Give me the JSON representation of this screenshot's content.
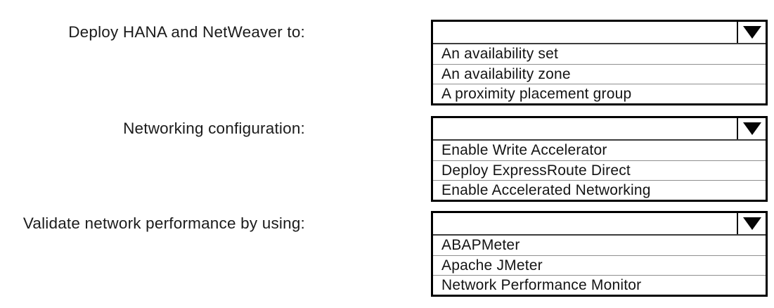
{
  "page": {
    "background_color": "#ffffff",
    "text_color": "#1b1b1b",
    "border_color": "#000000",
    "row_divider_color": "#8f8f8f"
  },
  "icons": {
    "dropdown_arrow": "triangle-down-filled-black"
  },
  "questions": [
    {
      "label": "Deploy HANA and NetWeaver to:",
      "selected_value": "",
      "options": [
        "An availability set",
        "An availability zone",
        "A proximity placement group"
      ]
    },
    {
      "label": "Networking configuration:",
      "selected_value": "",
      "options": [
        "Enable Write Accelerator",
        "Deploy ExpressRoute Direct",
        "Enable Accelerated Networking"
      ]
    },
    {
      "label": "Validate network performance by using:",
      "selected_value": "",
      "options": [
        "ABAPMeter",
        "Apache JMeter",
        "Network Performance Monitor"
      ]
    }
  ]
}
